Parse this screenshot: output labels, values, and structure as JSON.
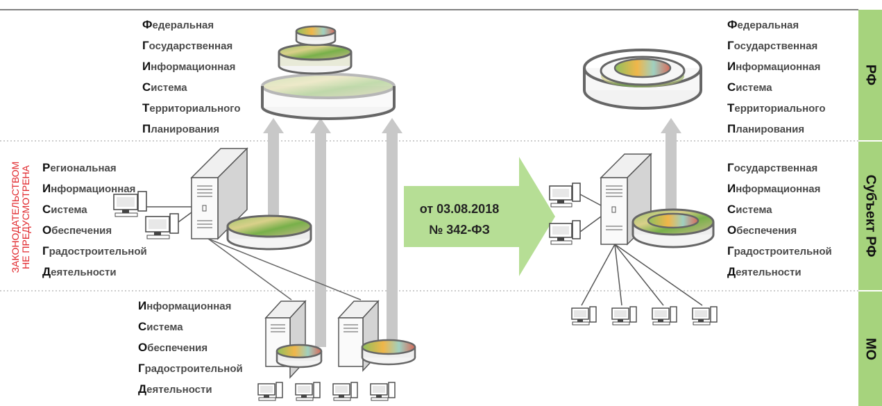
{
  "left_federal_lines": [
    "Федеральная",
    "Государственная",
    "Информационная",
    "Система",
    "Территориального",
    "Планирования"
  ],
  "left_regional_lines": [
    "Региональная",
    "Информационная",
    "Система",
    "Обеспечения",
    "Градостроительной",
    "Деятельности"
  ],
  "left_mo_lines": [
    "Информационная",
    "Система",
    "Обеспечения",
    "Градостроительной",
    "Деятельности"
  ],
  "right_federal_lines": [
    "Федеральная",
    "Государственная",
    "Информационная",
    "Система",
    "Территориального",
    "Планирования"
  ],
  "right_regional_lines": [
    "Государственная",
    "Информационная",
    "Система",
    "Обеспечения",
    "Градостроительной",
    "Деятельности"
  ],
  "law_note": [
    "ЗАКОНОДАТЕЛЬСТВОМ",
    "НЕ ПРЕДУСМОТРЕНА"
  ],
  "transition": {
    "line1": "от 03.08.2018",
    "line2": "№ 342-ФЗ"
  },
  "levels": {
    "top": "РФ",
    "middle": "Субъект РФ",
    "bottom": "МО"
  },
  "colors": {
    "arrow_green": "#b6de95",
    "level_band": "#a6d37d",
    "law_red": "#e0262b",
    "upload_arrow": "#c8c8c8"
  }
}
